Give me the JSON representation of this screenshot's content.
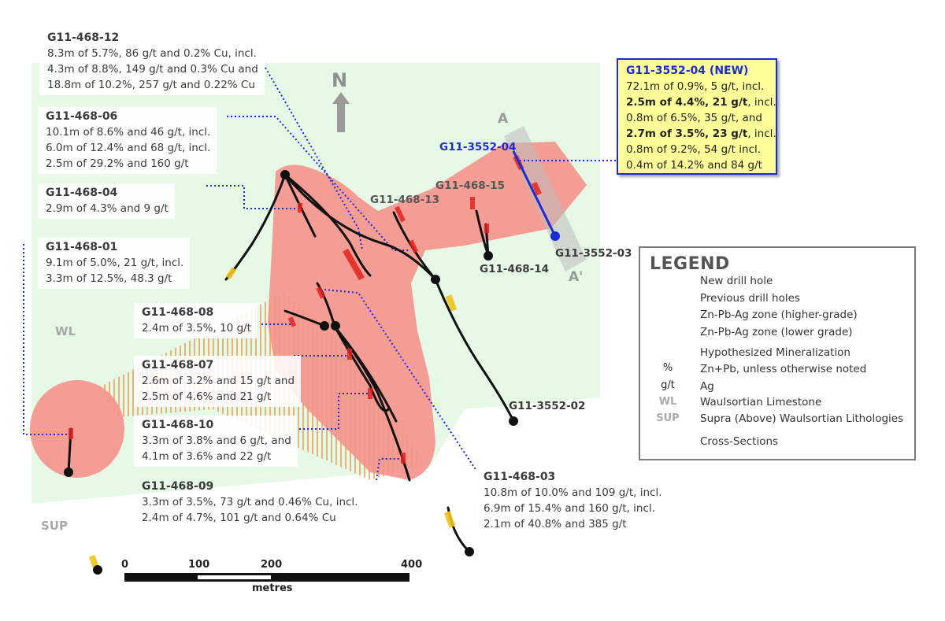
{
  "north": "N",
  "labels": {
    "h12": {
      "title": "G11-468-12",
      "lines": [
        "8.3m of 5.7%, 86 g/t and 0.2% Cu, incl.",
        "4.3m of 8.8%, 149 g/t and 0.3% Cu and",
        "18.8m of 10.2%, 257 g/t and 0.22% Cu"
      ]
    },
    "h06": {
      "title": "G11-468-06",
      "lines": [
        "10.1m of 8.6% and 46 g/t, incl.",
        "6.0m of 12.4% and 68 g/t, incl.",
        "2.5m of 29.2% and 160 g/t"
      ]
    },
    "h04": {
      "title": "G11-468-04",
      "lines": [
        "2.9m of 4.3% and 9 g/t"
      ]
    },
    "h01": {
      "title": "G11-468-01",
      "lines": [
        "9.1m of 5.0%, 21 g/t, incl.",
        "3.3m of 12.5%, 48.3 g/t"
      ]
    },
    "h08": {
      "title": "G11-468-08",
      "lines": [
        "2.4m of 3.5%, 10 g/t"
      ]
    },
    "h07": {
      "title": "G11-468-07",
      "lines": [
        "2.6m of 3.2% and 15 g/t and",
        "2.5m of 4.6% and 21 g/t"
      ]
    },
    "h10": {
      "title": "G11-468-10",
      "lines": [
        "3.3m of 3.8% and 6 g/t, and",
        "4.1m of 3.6% and 22 g/t"
      ]
    },
    "h09": {
      "title": "G11-468-09",
      "lines": [
        "3.3m of 3.5%, 73 g/t and 0.46% Cu, incl.",
        "2.4m of 4.7%, 101 g/t and 0.64% Cu"
      ]
    },
    "h03": {
      "title": "G11-468-03",
      "lines": [
        "10.8m of 10.0% and 109 g/t, incl.",
        "6.9m of 15.4% and 160 g/t, incl.",
        "2.1m of 40.8% and 385 g/t"
      ]
    }
  },
  "new_hole": {
    "title": "G11-3552-04 (NEW)",
    "lines": [
      {
        "text": "72.1m of 0.9%, 5 g/t, incl.",
        "bold": false
      },
      {
        "text": "2.5m of 4.4%, 21 g/t",
        "bold": true,
        "suffix": ", incl."
      },
      {
        "text": "0.8m of 6.5%, 35 g/t, and",
        "bold": false
      },
      {
        "text": "2.7m of 3.5%, 23 g/t",
        "bold": true,
        "suffix": ", incl."
      },
      {
        "text": "0.8m of 9.2%, 54 g/t incl.",
        "bold": false
      },
      {
        "text": "0.4m of 14.2% and 84 g/t",
        "bold": false
      }
    ]
  },
  "hole_ids": {
    "new": "G11-3552-04",
    "h13": "G11-468-13",
    "h15": "G11-468-15",
    "h14": "G11-468-14",
    "h3552_03": "G11-3552-03",
    "h3552_02": "G11-3552-02"
  },
  "section": {
    "a": "A",
    "a_prime": "A'"
  },
  "geology": {
    "wl": "WL",
    "sup": "SUP"
  },
  "scale": {
    "ticks": [
      "0",
      "100",
      "200",
      "400"
    ],
    "unit": "metres"
  },
  "legend": {
    "title": "LEGEND",
    "items": [
      {
        "symbol": "line-blue",
        "label": "New drill hole"
      },
      {
        "symbol": "line-black",
        "label": "Previous drill holes"
      },
      {
        "symbol": "bar-red",
        "label": "Zn-Pb-Ag zone (higher-grade)"
      },
      {
        "symbol": "bar-yellow",
        "label": "Zn-Pb-Ag zone (lower grade)"
      },
      {
        "symbol": "hatch-orange",
        "label": "Hypothesized Mineralization"
      },
      {
        "symbol": "%",
        "label": "Zn+Pb, unless otherwise noted"
      },
      {
        "symbol": "g/t",
        "label": "Ag"
      },
      {
        "symbol": "WL",
        "label": "Waulsortian Limestone"
      },
      {
        "symbol": "SUP",
        "label": "Supra (Above) Waulsortian Lithologies"
      },
      {
        "symbol": "cross-section-icon",
        "label": "Cross-Sections"
      }
    ]
  },
  "colors": {
    "wl_zone": "#e6f8e6",
    "high_grade_zone": "#f5928c",
    "hypothesized": "#e98a3c",
    "new_hole": "#1a2bd6",
    "previous_hole": "#111111",
    "red_intercept": "#e3231f",
    "yellow_intercept": "#f2c21a",
    "leader": "#1a2bd6"
  }
}
